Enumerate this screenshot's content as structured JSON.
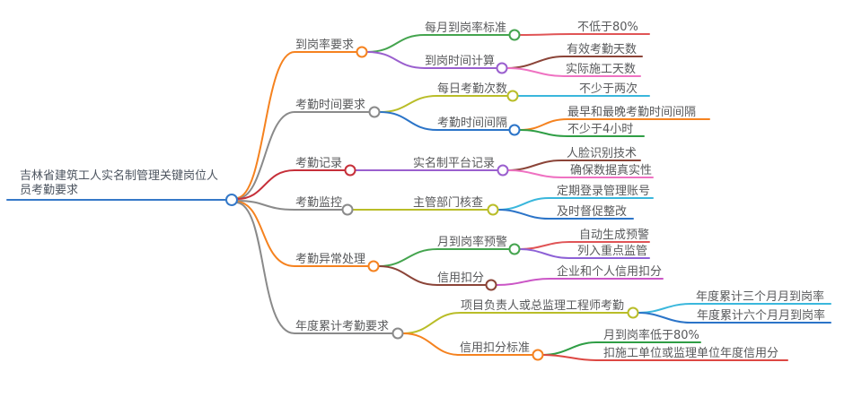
{
  "map": {
    "root": {
      "label": "吉林省建筑工人实名制管理关键岗位人员考勤要求",
      "color": "#3579c8"
    },
    "branches": [
      {
        "label": "到岗率要求",
        "color": "#f5821f",
        "children": [
          {
            "label": "每月到岗率标准",
            "color": "#44a44e",
            "children": [
              {
                "label": "不低于80%",
                "color": "#e05456"
              }
            ]
          },
          {
            "label": "到岗时间计算",
            "color": "#9a5fce",
            "children": [
              {
                "label": "有效考勤天数",
                "color": "#8b4438"
              },
              {
                "label": "实际施工天数",
                "color": "#ef72c2"
              }
            ]
          }
        ]
      },
      {
        "label": "考勤时间要求",
        "color": "#8a8a8a",
        "children": [
          {
            "label": "每日考勤次数",
            "color": "#b9bd28",
            "children": [
              {
                "label": "不少于两次",
                "color": "#3ab7dc"
              }
            ]
          },
          {
            "label": "考勤时间间隔",
            "color": "#2b74c8",
            "children": [
              {
                "label": "最早和最晚考勤时间间隔",
                "color": "#f5821f"
              },
              {
                "label": "不少于4小时",
                "color": "#2f9e45"
              }
            ]
          }
        ]
      },
      {
        "label": "考勤记录",
        "color": "#c62f39",
        "children": [
          {
            "label": "实名制平台记录",
            "color": "#9a5fce",
            "children": [
              {
                "label": "人脸识别技术",
                "color": "#8b4438"
              },
              {
                "label": "确保数据真实性",
                "color": "#ef72c2"
              }
            ]
          }
        ]
      },
      {
        "label": "考勤监控",
        "color": "#8a8a8a",
        "children": [
          {
            "label": "主管部门核查",
            "color": "#b9bd28",
            "children": [
              {
                "label": "定期登录管理账号",
                "color": "#3ab7dc"
              },
              {
                "label": "及时督促整改",
                "color": "#2b74c8"
              }
            ]
          }
        ]
      },
      {
        "label": "考勤异常处理",
        "color": "#f5821f",
        "children": [
          {
            "label": "月到岗率预警",
            "color": "#44a44e",
            "children": [
              {
                "label": "自动生成预警",
                "color": "#e05456"
              },
              {
                "label": "列入重点监管",
                "color": "#8d61d6"
              }
            ]
          },
          {
            "label": "信用扣分",
            "color": "#8b4438",
            "children": [
              {
                "label": "企业和个人信用扣分",
                "color": "#cb56c6"
              }
            ]
          }
        ]
      },
      {
        "label": "年度累计考勤要求",
        "color": "#8a8a8a",
        "children": [
          {
            "label": "项目负责人或总监理工程师考勤",
            "color": "#b9bd28",
            "children": [
              {
                "label": "年度累计三个月月到岗率",
                "color": "#3ab7dc"
              },
              {
                "label": "年度累计六个月月到岗率",
                "color": "#2b74c8"
              }
            ]
          },
          {
            "label": "信用扣分标准",
            "color": "#f5821f",
            "children": [
              {
                "label": "月到岗率低于80%",
                "color": "#2f9e45"
              },
              {
                "label": "扣施工单位或监理单位年度信用分",
                "color": "#dd4742"
              }
            ]
          }
        ]
      }
    ]
  }
}
